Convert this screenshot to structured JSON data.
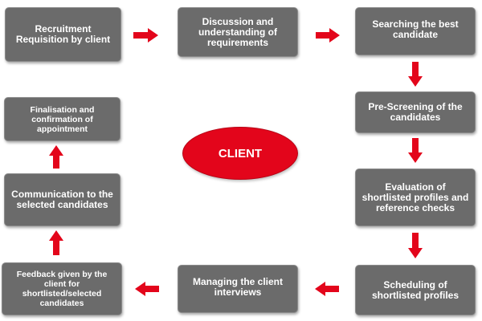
{
  "diagram": {
    "center": {
      "label": "CLIENT"
    },
    "steps": [
      {
        "id": 1,
        "label": "Recruitment Requisition by client"
      },
      {
        "id": 2,
        "label": "Discussion and understanding of requirements"
      },
      {
        "id": 3,
        "label": "Searching the best candidate"
      },
      {
        "id": 4,
        "label": "Pre-Screening of the candidates"
      },
      {
        "id": 5,
        "label": "Evaluation of shortlisted profiles and reference checks"
      },
      {
        "id": 6,
        "label": "Scheduling of shortlisted profiles"
      },
      {
        "id": 7,
        "label": "Managing the client interviews"
      },
      {
        "id": 8,
        "label": "Feedback given by the client for shortlisted/selected candidates"
      },
      {
        "id": 9,
        "label": "Communication to the selected candidates"
      },
      {
        "id": 10,
        "label": "Finalisation and confirmation of appointment"
      }
    ],
    "flow": [
      [
        1,
        2
      ],
      [
        2,
        3
      ],
      [
        3,
        4
      ],
      [
        4,
        5
      ],
      [
        5,
        6
      ],
      [
        6,
        7
      ],
      [
        7,
        8
      ],
      [
        8,
        9
      ],
      [
        9,
        10
      ]
    ]
  },
  "colors": {
    "box_fill": "#6b6b6b",
    "box_text": "#ffffff",
    "arrow": "#e3051b",
    "center_fill": "#e3051b",
    "background": "#ffffff"
  }
}
